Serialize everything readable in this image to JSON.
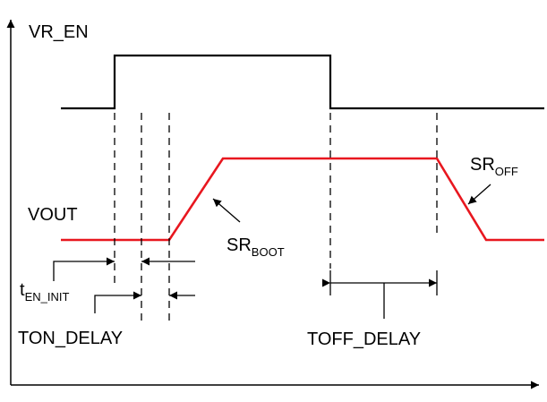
{
  "labels": {
    "vr_en": "VR_EN",
    "vout": "VOUT",
    "sr_boot_main": "SR",
    "sr_boot_sub": "BOOT",
    "sr_off_main": "SR",
    "sr_off_sub": "OFF",
    "t_en_init_main": "t",
    "t_en_init_sub": "EN_INIT",
    "ton_delay": "TON_DELAY",
    "toff_delay": "TOFF_DELAY"
  },
  "colors": {
    "vr_en_trace": "#000000",
    "vout_trace": "#e8171f",
    "vout_label": "#e8171f",
    "annotation": "#000000"
  }
}
